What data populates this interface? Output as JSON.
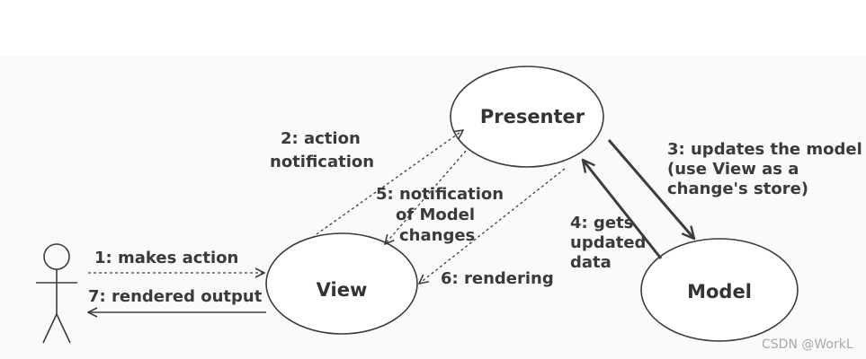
{
  "nodes": {
    "presenter": "Presenter",
    "view": "View",
    "model": "Model"
  },
  "edges": {
    "e1": "1: makes action",
    "e2": [
      "2: action",
      "notification"
    ],
    "e3": [
      "3: updates the model",
      "(use View as a",
      "change's store)"
    ],
    "e4": [
      "4: gets",
      "updated",
      "data"
    ],
    "e5": [
      "5: notification",
      "of Model",
      "changes"
    ],
    "e6": "6: rendering",
    "e7": "7: rendered output"
  },
  "watermark": "CSDN @WorkL",
  "colors": {
    "stroke": "#3c3c3c",
    "text": "#333333",
    "background": "#ffffff",
    "band": "#fafafa",
    "watermark": "#a8a8a8"
  }
}
